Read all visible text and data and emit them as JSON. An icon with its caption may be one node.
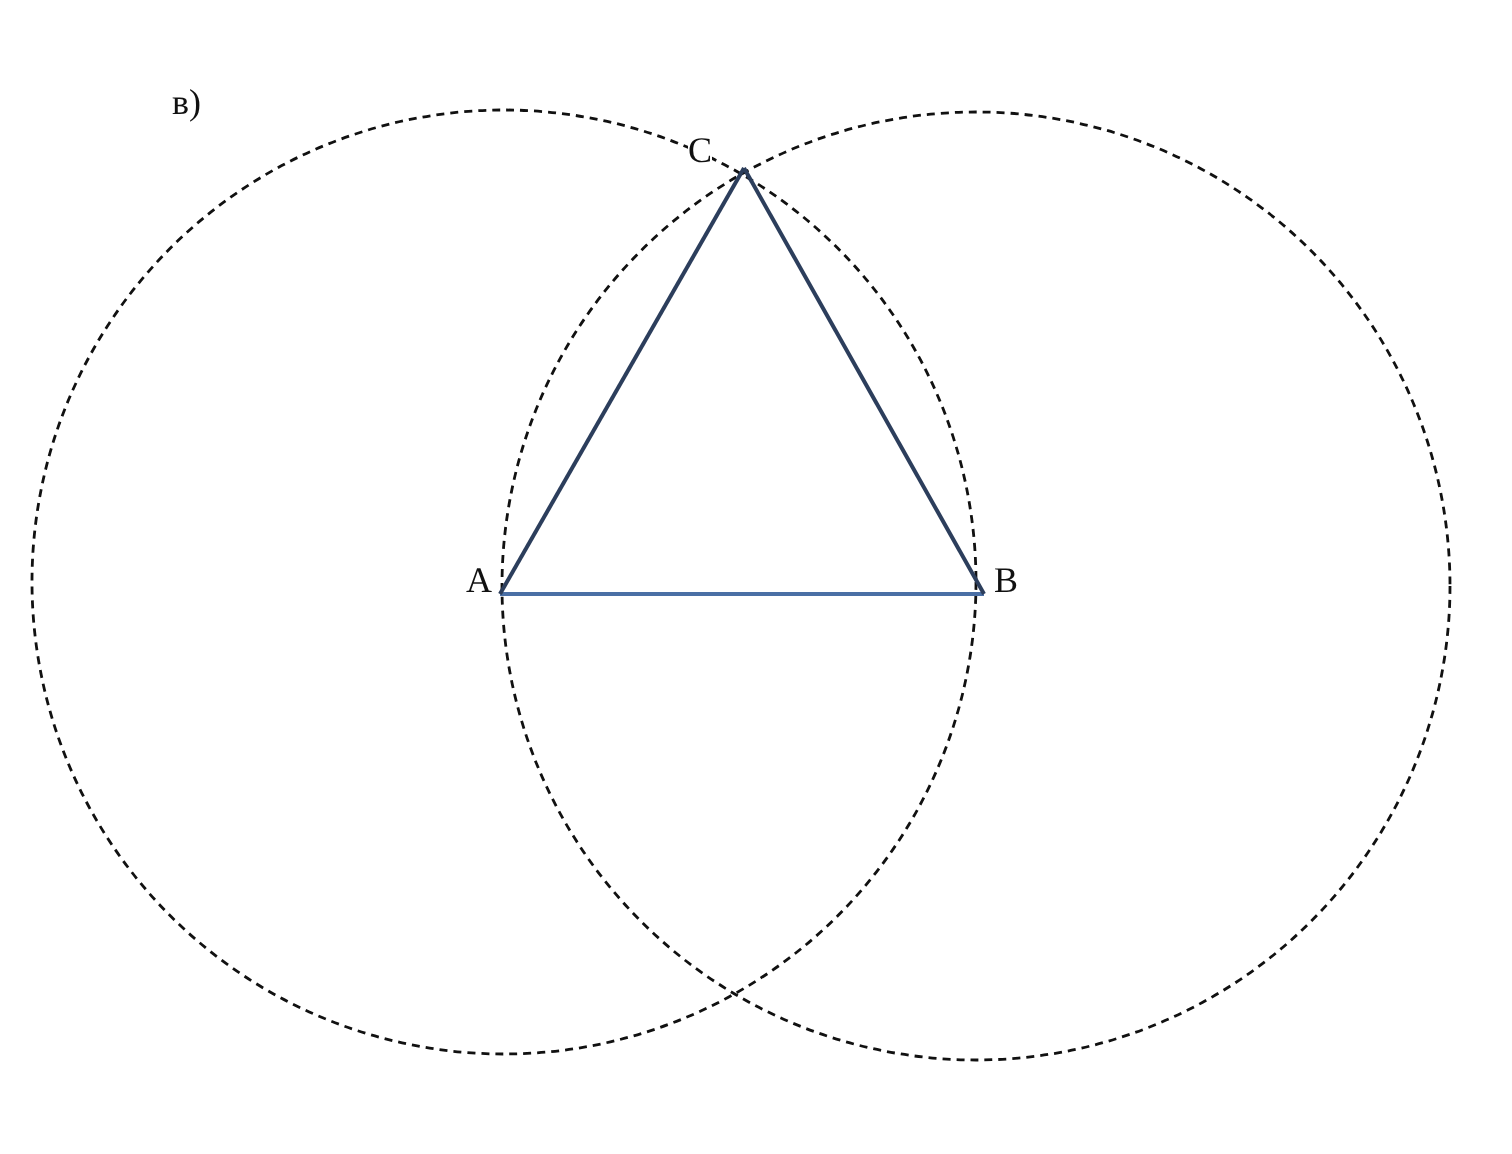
{
  "diagram": {
    "labels": [
      "в)",
      "A",
      "B",
      "C"
    ]
  }
}
